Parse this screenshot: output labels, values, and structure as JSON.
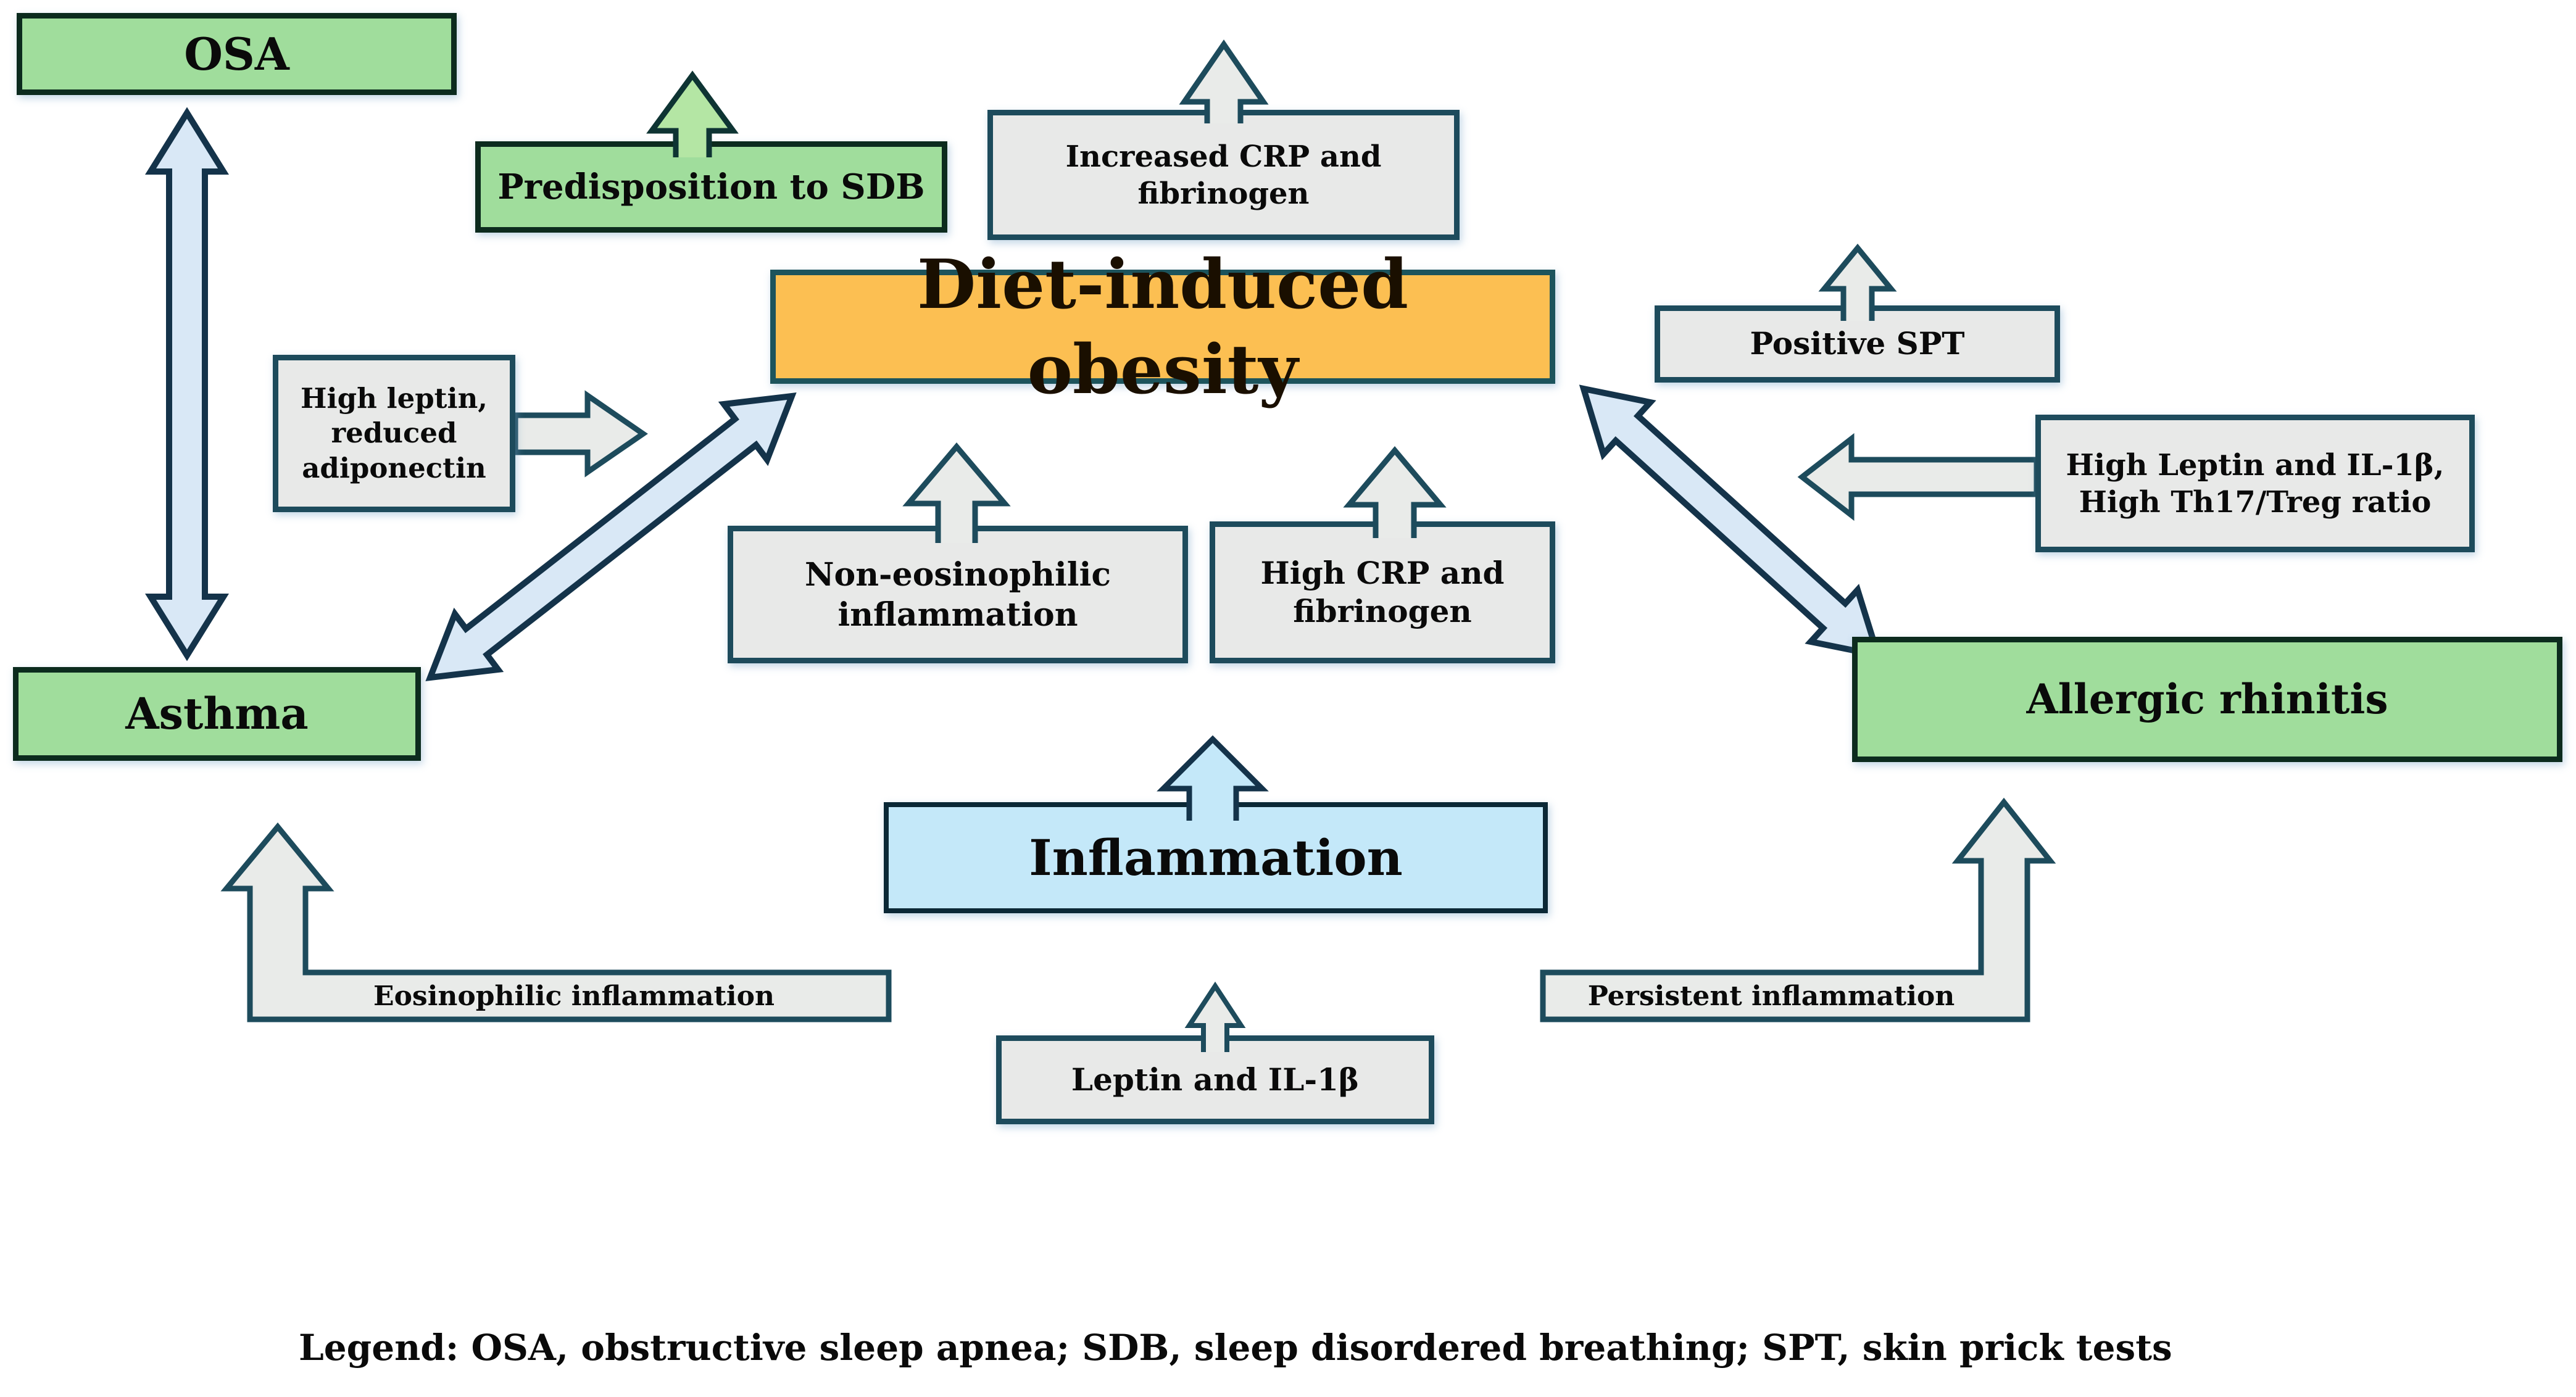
{
  "nodes": {
    "osa": {
      "label": "OSA",
      "type": "condition",
      "color": "#a0dd9c"
    },
    "predisposition_sdb": {
      "label": "Predisposition to SDB",
      "type": "condition",
      "color": "#a0dd9c"
    },
    "increased_crp": {
      "label": "Increased CRP and\nfibrinogen",
      "type": "marker",
      "color": "#e8e9e8"
    },
    "diet_obesity": {
      "label": "Diet-induced obesity",
      "type": "central",
      "color": "#fcbf52"
    },
    "positive_spt": {
      "label": "Positive SPT",
      "type": "marker",
      "color": "#e8e9e8"
    },
    "high_leptin_adiponectin": {
      "label": "High leptin,\nreduced\nadiponectin",
      "type": "marker",
      "color": "#e8e9e8"
    },
    "non_eosinophilic": {
      "label": "Non-eosinophilic\ninflammation",
      "type": "marker",
      "color": "#e8e9e8"
    },
    "high_crp": {
      "label": "High CRP and\nfibrinogen",
      "type": "marker",
      "color": "#e8e9e8"
    },
    "high_leptin_il1b": {
      "label": "High Leptin and IL-1β,\nHigh Th17/Treg ratio",
      "type": "marker",
      "color": "#e8e9e8"
    },
    "asthma": {
      "label": "Asthma",
      "type": "condition",
      "color": "#a0dd9c"
    },
    "allergic_rhinitis": {
      "label": "Allergic rhinitis",
      "type": "condition",
      "color": "#a0dd9c"
    },
    "inflammation": {
      "label": "Inflammation",
      "type": "process",
      "color": "#c4e8f9"
    },
    "leptin_il1b": {
      "label": "Leptin and IL-1β",
      "type": "marker",
      "color": "#e8e9e8"
    },
    "eosinophilic_inflammation": {
      "label": "Eosinophilic inflammation",
      "type": "pathway-arrow-label",
      "color": "#e9ebe9"
    },
    "persistent_inflammation": {
      "label": "Persistent inflammation",
      "type": "pathway-arrow-label",
      "color": "#e9ebe9"
    }
  },
  "edges": [
    {
      "from": "osa",
      "to": "asthma",
      "style": "blue-double-headed-vertical"
    },
    {
      "from": "diet_obesity",
      "to": "asthma",
      "style": "blue-double-headed-diagonal"
    },
    {
      "from": "diet_obesity",
      "to": "allergic_rhinitis",
      "style": "blue-double-headed-diagonal"
    },
    {
      "from": "predisposition_sdb",
      "to": "upward",
      "style": "green-up-arrow"
    },
    {
      "from": "increased_crp",
      "to": "upward",
      "style": "gray-up-arrow"
    },
    {
      "from": "positive_spt",
      "to": "upward",
      "style": "gray-up-arrow"
    },
    {
      "from": "high_leptin_adiponectin",
      "to": "rightward",
      "style": "gray-right-arrow"
    },
    {
      "from": "high_leptin_il1b",
      "to": "leftward",
      "style": "gray-left-arrow"
    },
    {
      "from": "non_eosinophilic",
      "to": "upward",
      "style": "gray-up-arrow"
    },
    {
      "from": "high_crp",
      "to": "upward",
      "style": "gray-up-arrow"
    },
    {
      "from": "inflammation",
      "to": "upward",
      "style": "blue-up-arrow"
    },
    {
      "from": "leptin_il1b",
      "to": "inflammation",
      "style": "gray-up-arrow"
    },
    {
      "from": "inflammation",
      "to": "asthma",
      "style": "gray-elbow-arrow",
      "label_node": "eosinophilic_inflammation"
    },
    {
      "from": "inflammation",
      "to": "allergic_rhinitis",
      "style": "gray-elbow-arrow",
      "label_node": "persistent_inflammation"
    }
  ],
  "legend": {
    "text": "Legend: OSA, obstructive sleep apnea; SDB, sleep disordered breathing; SPT, skin prick tests"
  },
  "colors": {
    "node_green": "#a0dd9c",
    "node_green_border": "#0c2b1e",
    "node_gray": "#e8e9e8",
    "node_gray_border": "#1d4b5c",
    "node_orange": "#fcbf52",
    "node_orange_border": "#1d545c",
    "node_blue": "#c4e8f9",
    "node_blue_border": "#0b2836",
    "arrow_blue": "#d9e8f6",
    "arrow_blue_border": "#14334a",
    "arrow_gray": "#e9ebe9",
    "arrow_gray_border": "#1d4b5c",
    "arrow_green": "#b4e6a4",
    "arrow_green_border": "#0e3433",
    "text": "#0a0a0a"
  }
}
